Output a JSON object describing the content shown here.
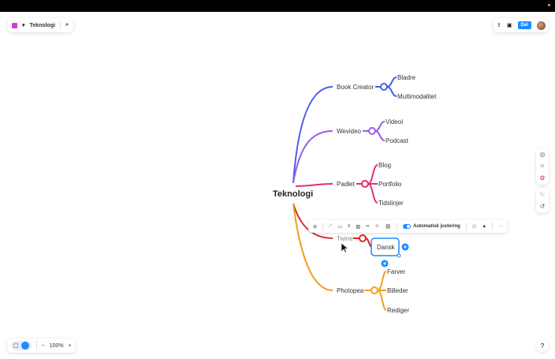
{
  "header": {
    "title": "Teknologi",
    "share_label": "Del"
  },
  "zoom": {
    "level": "100%",
    "minus": "−",
    "plus": "+"
  },
  "toolbar": {
    "auto_align_label": "Automatisk justering",
    "more": "···"
  },
  "mindmap": {
    "root": "Teknologi",
    "branches": [
      {
        "label": "Book Creator",
        "color": "#4a5de8",
        "children": [
          "Bladre",
          "Multimodalitet"
        ]
      },
      {
        "label": "Wevideo",
        "color": "#9b5de5",
        "children": [
          "Videoi",
          "Podcast"
        ]
      },
      {
        "label": "Padlet",
        "color": "#e0307a",
        "children": [
          "Blog",
          "Portfolio",
          "Tidslinjer"
        ]
      },
      {
        "label": "Twine",
        "color": "#e02424",
        "children": [
          "Dansk"
        ]
      },
      {
        "label": "Photopea",
        "color": "#f0a01a",
        "children": [
          "Farver",
          "Billeder",
          "Rediger"
        ]
      }
    ]
  },
  "colors": {
    "accent": "#1a8cff"
  }
}
